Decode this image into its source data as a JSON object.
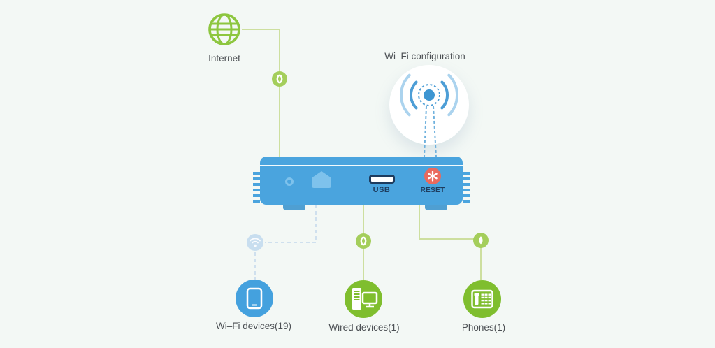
{
  "colors": {
    "background": "#f3f8f5",
    "green_icon": "#8dc63f",
    "line_green": "#cddf9f",
    "badge_green": "#a4ce5b",
    "device_green": "#7fbe2e",
    "device_blue": "#44a1de",
    "router_blue": "#4aa4de",
    "navy": "#1e3c5e",
    "reset_red": "#ea6a5e",
    "dashed_blue": "#cfe0ee",
    "wifi_arc_dark": "#4d9ed6",
    "wifi_arc_light": "#abd3ee",
    "text": "#4c5054"
  },
  "nodes": {
    "internet": {
      "label": "Internet",
      "icon": "globe-icon"
    },
    "wifi_configuration": {
      "label": "Wi–Fi configuration",
      "icon": "wifi-signal-icon"
    },
    "router": {
      "usb_label": "USB",
      "reset_label": "RESET"
    },
    "wifi_devices": {
      "label": "Wi–Fi devices(19)",
      "count": 19,
      "icon": "tablet-icon"
    },
    "wired_devices": {
      "label": "Wired devices(1)",
      "count": 1,
      "icon": "desktop-computer-icon"
    },
    "phones": {
      "label": "Phones(1)",
      "count": 1,
      "icon": "fax-phone-icon"
    }
  }
}
